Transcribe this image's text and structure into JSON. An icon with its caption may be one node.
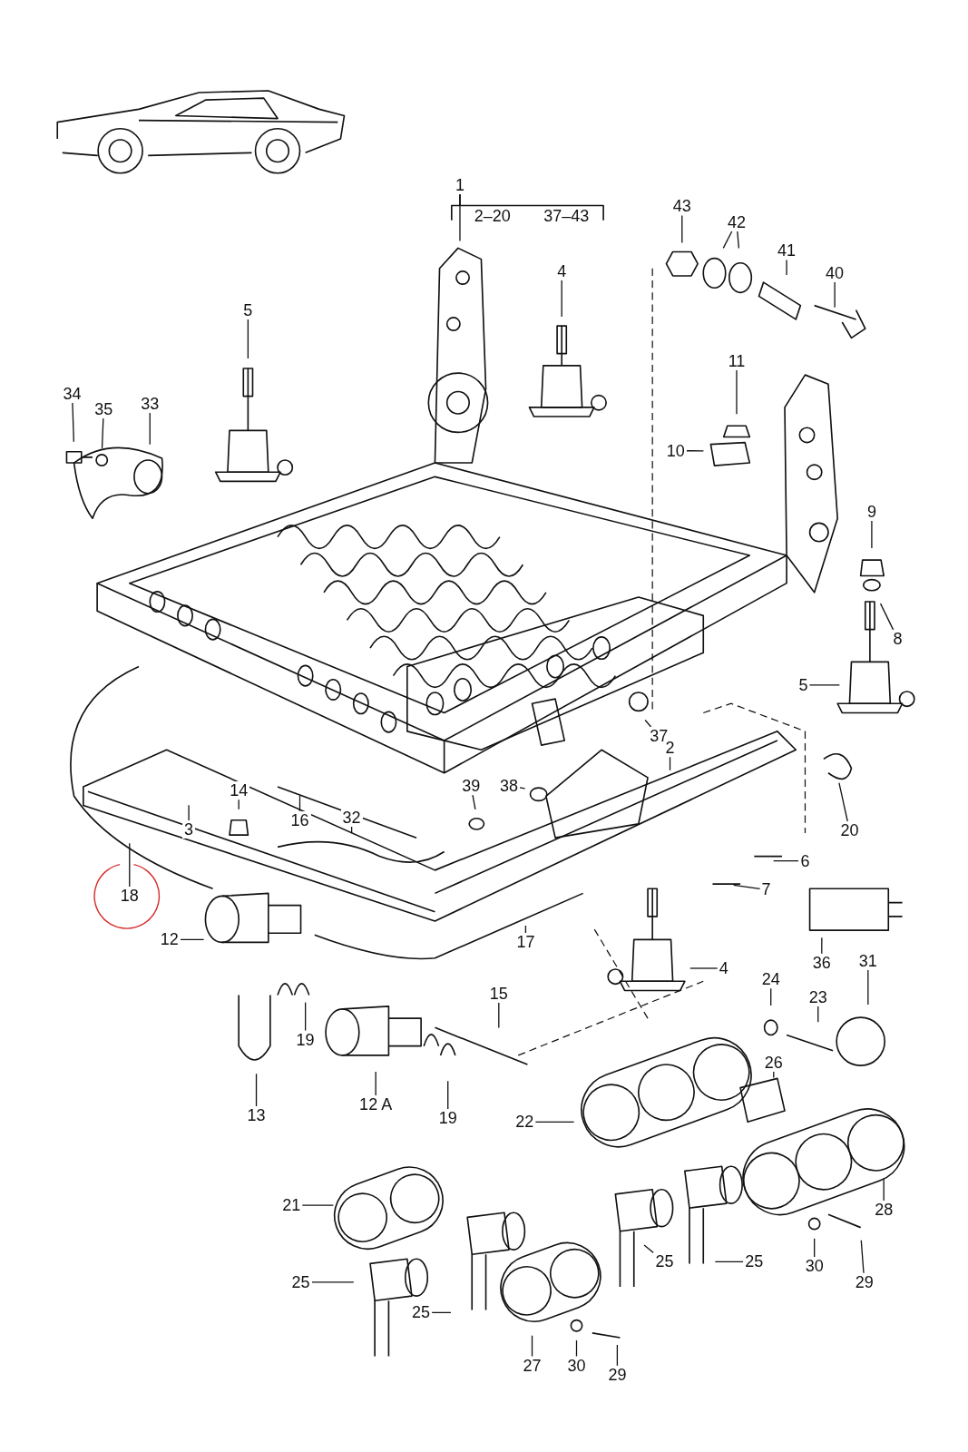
{
  "diagram": {
    "nodes": [
      {
        "text": [
          "1"
        ]
      },
      {
        "text": [
          "43"
        ]
      },
      {
        "text": [
          "42"
        ]
      },
      {
        "text": [
          "41"
        ]
      },
      {
        "text": [
          "40"
        ]
      },
      {
        "text": [
          "4"
        ]
      },
      {
        "text": [
          "5"
        ]
      },
      {
        "text": [
          "34"
        ]
      },
      {
        "text": [
          "35"
        ]
      },
      {
        "text": [
          "33"
        ]
      },
      {
        "text": [
          "11"
        ]
      },
      {
        "text": [
          "10"
        ]
      },
      {
        "text": [
          "9"
        ]
      },
      {
        "text": [
          "8"
        ]
      },
      {
        "text": [
          "5"
        ]
      },
      {
        "text": [
          "37"
        ]
      },
      {
        "text": [
          "2"
        ]
      },
      {
        "text": [
          "39"
        ]
      },
      {
        "text": [
          "38"
        ]
      },
      {
        "text": [
          "14"
        ]
      },
      {
        "text": [
          "16"
        ]
      },
      {
        "text": [
          "3"
        ]
      },
      {
        "text": [
          "32"
        ]
      },
      {
        "text": [
          "20"
        ]
      },
      {
        "text": [
          "18"
        ]
      },
      {
        "text": [
          "6"
        ]
      },
      {
        "text": [
          "7"
        ]
      },
      {
        "text": [
          "36"
        ]
      },
      {
        "text": [
          "12"
        ]
      },
      {
        "text": [
          "17"
        ]
      },
      {
        "text": [
          "4"
        ]
      },
      {
        "text": [
          "24"
        ]
      },
      {
        "text": [
          "31"
        ]
      },
      {
        "text": [
          "23"
        ]
      },
      {
        "text": [
          "15"
        ]
      },
      {
        "text": [
          "19"
        ]
      },
      {
        "text": [
          "13"
        ]
      },
      {
        "text": [
          "12 A"
        ]
      },
      {
        "text": [
          "19"
        ]
      },
      {
        "text": [
          "26"
        ]
      },
      {
        "text": [
          "22"
        ]
      },
      {
        "text": [
          "21"
        ]
      },
      {
        "text": [
          "28"
        ]
      },
      {
        "text": [
          "25"
        ]
      },
      {
        "text": [
          "25"
        ]
      },
      {
        "text": [
          "25"
        ]
      },
      {
        "text": [
          "25"
        ]
      },
      {
        "text": [
          "30"
        ]
      },
      {
        "text": [
          "29"
        ]
      },
      {
        "text": [
          "27"
        ]
      },
      {
        "text": [
          "30"
        ]
      },
      {
        "text": [
          "29"
        ]
      }
    ],
    "edges": [
      {
        "from": 0,
        "to": null,
        "arrow": "none"
      },
      {
        "from": 1,
        "to": null,
        "arrow": "none"
      },
      {
        "from": 2,
        "to": null,
        "arrow": "none"
      },
      {
        "from": 2,
        "to": null,
        "arrow": "none"
      },
      {
        "from": 3,
        "to": null,
        "arrow": "none"
      },
      {
        "from": 4,
        "to": null,
        "arrow": "none"
      },
      {
        "from": 5,
        "to": null,
        "arrow": "none"
      },
      {
        "from": 6,
        "to": null,
        "arrow": "none"
      },
      {
        "from": 7,
        "to": null,
        "arrow": "none"
      },
      {
        "from": 8,
        "to": null,
        "arrow": "none"
      },
      {
        "from": 9,
        "to": null,
        "arrow": "none"
      },
      {
        "from": 10,
        "to": null,
        "arrow": "none"
      },
      {
        "from": 11,
        "to": null,
        "arrow": "none"
      },
      {
        "from": 12,
        "to": null,
        "arrow": "none"
      },
      {
        "from": 13,
        "to": null,
        "arrow": "none"
      },
      {
        "from": 14,
        "to": null,
        "arrow": "none"
      },
      {
        "from": 15,
        "to": null,
        "arrow": "none"
      },
      {
        "from": 16,
        "to": null,
        "arrow": "none"
      },
      {
        "from": 17,
        "to": null,
        "arrow": "none"
      },
      {
        "from": 18,
        "to": null,
        "arrow": "none"
      },
      {
        "from": 19,
        "to": null,
        "arrow": "none"
      },
      {
        "from": 20,
        "to": null,
        "arrow": "none"
      },
      {
        "from": 21,
        "to": null,
        "arrow": "none"
      },
      {
        "from": 22,
        "to": null,
        "arrow": "none"
      },
      {
        "from": 23,
        "to": null,
        "arrow": "none"
      },
      {
        "from": 24,
        "to": null,
        "arrow": "none"
      },
      {
        "from": 25,
        "to": null,
        "arrow": "none"
      },
      {
        "from": 26,
        "to": null,
        "arrow": "none"
      },
      {
        "from": 27,
        "to": null,
        "arrow": "none"
      },
      {
        "from": 28,
        "to": null,
        "arrow": "none"
      },
      {
        "from": 29,
        "to": null,
        "arrow": "none"
      },
      {
        "from": 30,
        "to": null,
        "arrow": "none"
      },
      {
        "from": 31,
        "to": null,
        "arrow": "none"
      },
      {
        "from": 32,
        "to": null,
        "arrow": "none"
      },
      {
        "from": 33,
        "to": null,
        "arrow": "none"
      },
      {
        "from": 34,
        "to": null,
        "arrow": "none"
      },
      {
        "from": 35,
        "to": null,
        "arrow": "none"
      },
      {
        "from": 36,
        "to": null,
        "arrow": "none"
      },
      {
        "from": 37,
        "to": null,
        "arrow": "none"
      },
      {
        "from": 38,
        "to": null,
        "arrow": "none"
      },
      {
        "from": 39,
        "to": null,
        "arrow": "none"
      },
      {
        "from": 40,
        "to": null,
        "arrow": "none"
      },
      {
        "from": 41,
        "to": null,
        "arrow": "none"
      },
      {
        "from": 42,
        "to": null,
        "arrow": "none"
      },
      {
        "from": 43,
        "to": null,
        "arrow": "none"
      },
      {
        "from": 44,
        "to": null,
        "arrow": "none"
      },
      {
        "from": 45,
        "to": null,
        "arrow": "none"
      },
      {
        "from": 46,
        "to": null,
        "arrow": "none"
      },
      {
        "from": 47,
        "to": null,
        "arrow": "none"
      },
      {
        "from": 48,
        "to": null,
        "arrow": "none"
      },
      {
        "from": 49,
        "to": null,
        "arrow": "none"
      },
      {
        "from": 50,
        "to": null,
        "arrow": "none"
      },
      {
        "from": 51,
        "to": null,
        "arrow": "none"
      }
    ],
    "labels": [
      "2–20",
      "37–43"
    ]
  }
}
